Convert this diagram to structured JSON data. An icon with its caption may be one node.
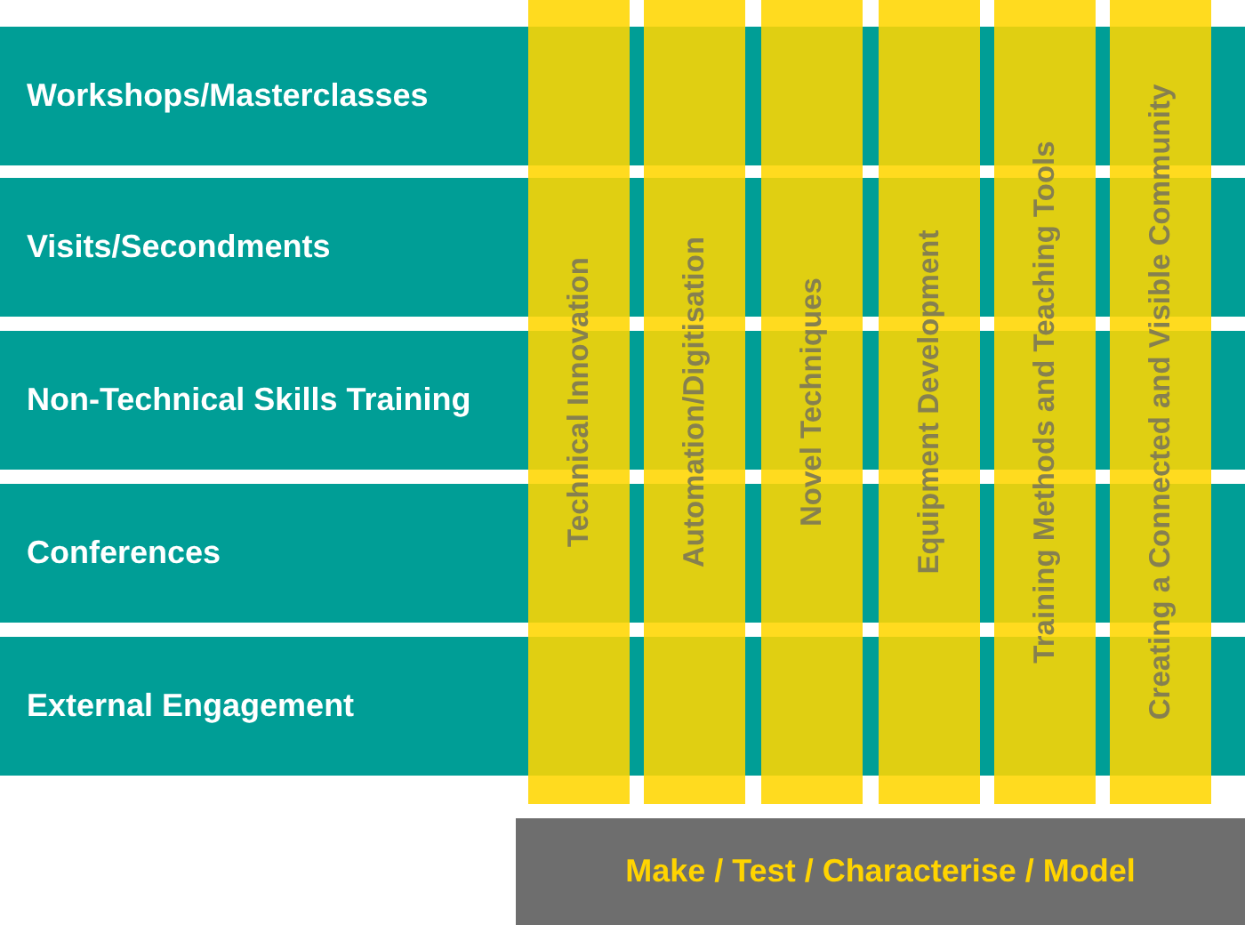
{
  "diagram": {
    "nodes": [
      {
        "text": [
          "Workshops/Masterclasses"
        ]
      },
      {
        "text": [
          "Visits/Secondments"
        ]
      },
      {
        "text": [
          "Non-Technical Skills Training"
        ]
      },
      {
        "text": [
          "Conferences"
        ]
      },
      {
        "text": [
          "External Engagement"
        ]
      },
      {
        "text": [
          "Technical Innovation"
        ]
      },
      {
        "text": [
          "Automation/Digitisation"
        ]
      },
      {
        "text": [
          "Novel Techniques"
        ]
      },
      {
        "text": [
          "Equipment Development"
        ]
      },
      {
        "text": [
          "Training Methods and Teaching Tools"
        ]
      },
      {
        "text": [
          "Creating a Connected and Visible Community"
        ]
      },
      {
        "text": [
          "Make / Test / Characterise / Model"
        ]
      }
    ]
  }
}
